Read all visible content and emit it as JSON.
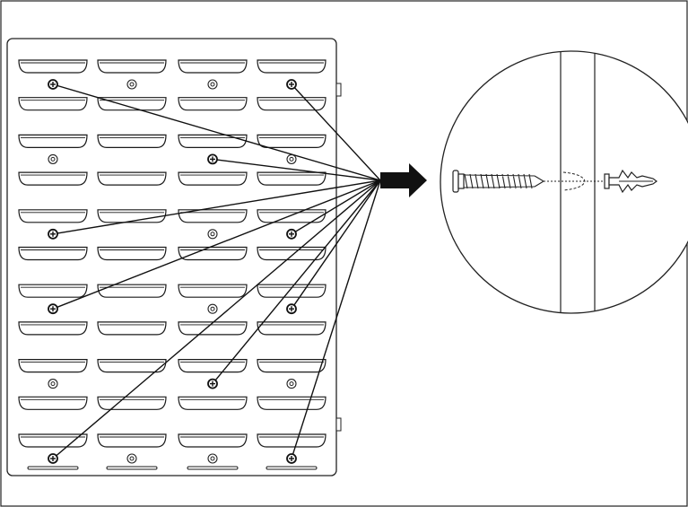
{
  "diagram": {
    "panel": {
      "rows": 11,
      "columns": 4,
      "slot_shape": "rounded-pocket",
      "bottom_bars": 4
    },
    "holes": {
      "screw_holes": [
        {
          "row": 1,
          "col": 1
        },
        {
          "row": 1,
          "col": 4
        },
        {
          "row": 3,
          "col": 3
        },
        {
          "row": 5,
          "col": 1
        },
        {
          "row": 5,
          "col": 4
        },
        {
          "row": 7,
          "col": 1
        },
        {
          "row": 7,
          "col": 4
        },
        {
          "row": 9,
          "col": 3
        },
        {
          "row": 11,
          "col": 1
        },
        {
          "row": 11,
          "col": 4
        }
      ],
      "plain_holes": [
        {
          "row": 1,
          "col": 2
        },
        {
          "row": 1,
          "col": 3
        },
        {
          "row": 3,
          "col": 1
        },
        {
          "row": 3,
          "col": 4
        },
        {
          "row": 5,
          "col": 3
        },
        {
          "row": 7,
          "col": 3
        },
        {
          "row": 9,
          "col": 1
        },
        {
          "row": 9,
          "col": 4
        },
        {
          "row": 11,
          "col": 2
        },
        {
          "row": 11,
          "col": 3
        }
      ]
    },
    "detail": {
      "parts": [
        "screw",
        "wall",
        "wall-anchor"
      ],
      "icon": "magnifier-circle-icon",
      "arrow_icon": "arrow-right-icon"
    },
    "colors": {
      "stroke": "#1a1a1a",
      "background": "#ffffff"
    }
  }
}
